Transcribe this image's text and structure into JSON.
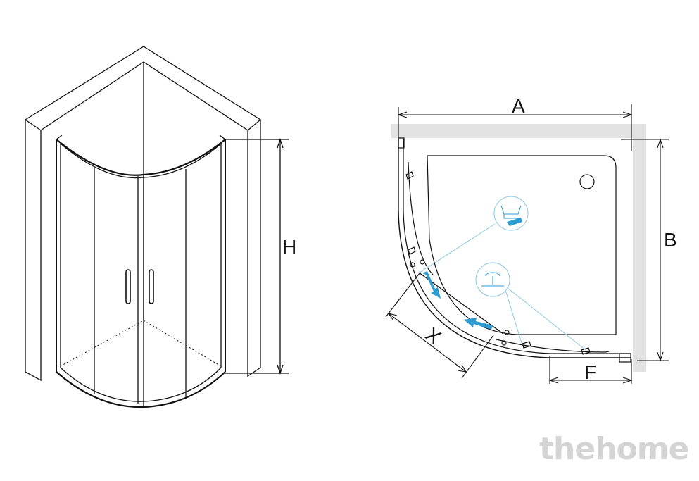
{
  "left_view": {
    "height_label": "H"
  },
  "plan_view": {
    "width_label": "A",
    "depth_label": "B",
    "door_label": "X",
    "fixed_panel_label": "F"
  },
  "watermark": "thehome",
  "colors": {
    "line": "#111111",
    "wall": "#e3e3e3",
    "accent": "#2b9bd1",
    "callout": "#8cc7e0"
  }
}
